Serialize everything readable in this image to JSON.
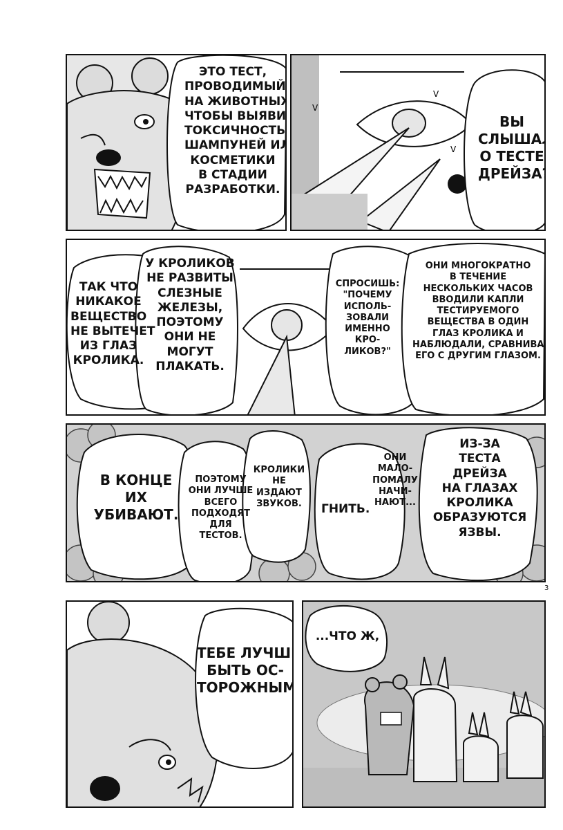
{
  "page": {
    "page_number": "3",
    "row1": {
      "left_bubble": [
        "ЭТО ТЕСТ,",
        "ПРОВОДИМЫЙ",
        "НА ЖИВОТНЫХ,",
        "ЧТОБЫ ВЫЯВИТЬ",
        "ТОКСИЧНОСТЬ",
        "ШАМПУНЕЙ ИЛИ",
        "КОСМЕТИКИ",
        "В СТАДИИ",
        "РАЗРАБОТКИ."
      ],
      "right_bubble": [
        "ВЫ",
        "СЛЫШАЛИ",
        "О ТЕСТЕ",
        "ДРЕЙЗА?"
      ]
    },
    "row2": {
      "far_left": [
        "ТАК ЧТО",
        "НИКАКОЕ",
        "ВЕЩЕСТВО",
        "НЕ ВЫТЕЧЕТ",
        "ИЗ ГЛАЗ",
        "КРОЛИКА."
      ],
      "left": [
        "У КРОЛИКОВ",
        "НЕ РАЗВИТЫ",
        "СЛЕЗНЫЕ",
        "ЖЕЛЕЗЫ,",
        "ПОЭТОМУ",
        "ОНИ НЕ",
        "МОГУТ",
        "ПЛАКАТЬ."
      ],
      "middle": [
        "СПРОСИШЬ:",
        "\"ПОЧЕМУ",
        "ИСПОЛЬ-",
        "ЗОВАЛИ",
        "ИМЕННО",
        "КРО-",
        "ЛИКОВ?\""
      ],
      "right": [
        "ОНИ МНОГОКРАТНО",
        "В ТЕЧЕНИЕ",
        "НЕСКОЛЬКИХ ЧАСОВ",
        "ВВОДИЛИ КАПЛИ",
        "ТЕСТИРУЕМОГО",
        "ВЕЩЕСТВА В ОДИН",
        "ГЛАЗ КРОЛИКА И",
        "НАБЛЮДАЛИ, СРАВНИВАЯ",
        "ЕГО С ДРУГИМ ГЛАЗОМ."
      ]
    },
    "row3": {
      "b1": [
        "В КОНЦЕ",
        "ИХ",
        "УБИВАЮТ."
      ],
      "b2": [
        "ПОЭТОМУ",
        "ОНИ ЛУЧШЕ",
        "ВСЕГО",
        "ПОДХОДЯТ",
        "ДЛЯ",
        "ТЕСТОВ."
      ],
      "b3": [
        "КРОЛИКИ",
        "НЕ",
        "ИЗДАЮТ",
        "ЗВУКОВ."
      ],
      "b4": [
        "ГНИТЬ."
      ],
      "b5": [
        "ОНИ",
        "МАЛО-",
        "ПОМАЛУ",
        "НАЧИ-",
        "НАЮТ..."
      ],
      "b6": [
        "ИЗ-ЗА",
        "ТЕСТА",
        "ДРЕЙЗА",
        "НА ГЛАЗАХ",
        "КРОЛИКА",
        "ОБРАЗУЮТСЯ",
        "ЯЗВЫ."
      ]
    },
    "row4": {
      "left_bubble": [
        "ТЕБЕ ЛУЧШЕ",
        "БЫТЬ ОС-",
        "ТОРОЖНЫМ."
      ],
      "right_bubble": [
        "...ЧТО Ж,"
      ]
    }
  }
}
